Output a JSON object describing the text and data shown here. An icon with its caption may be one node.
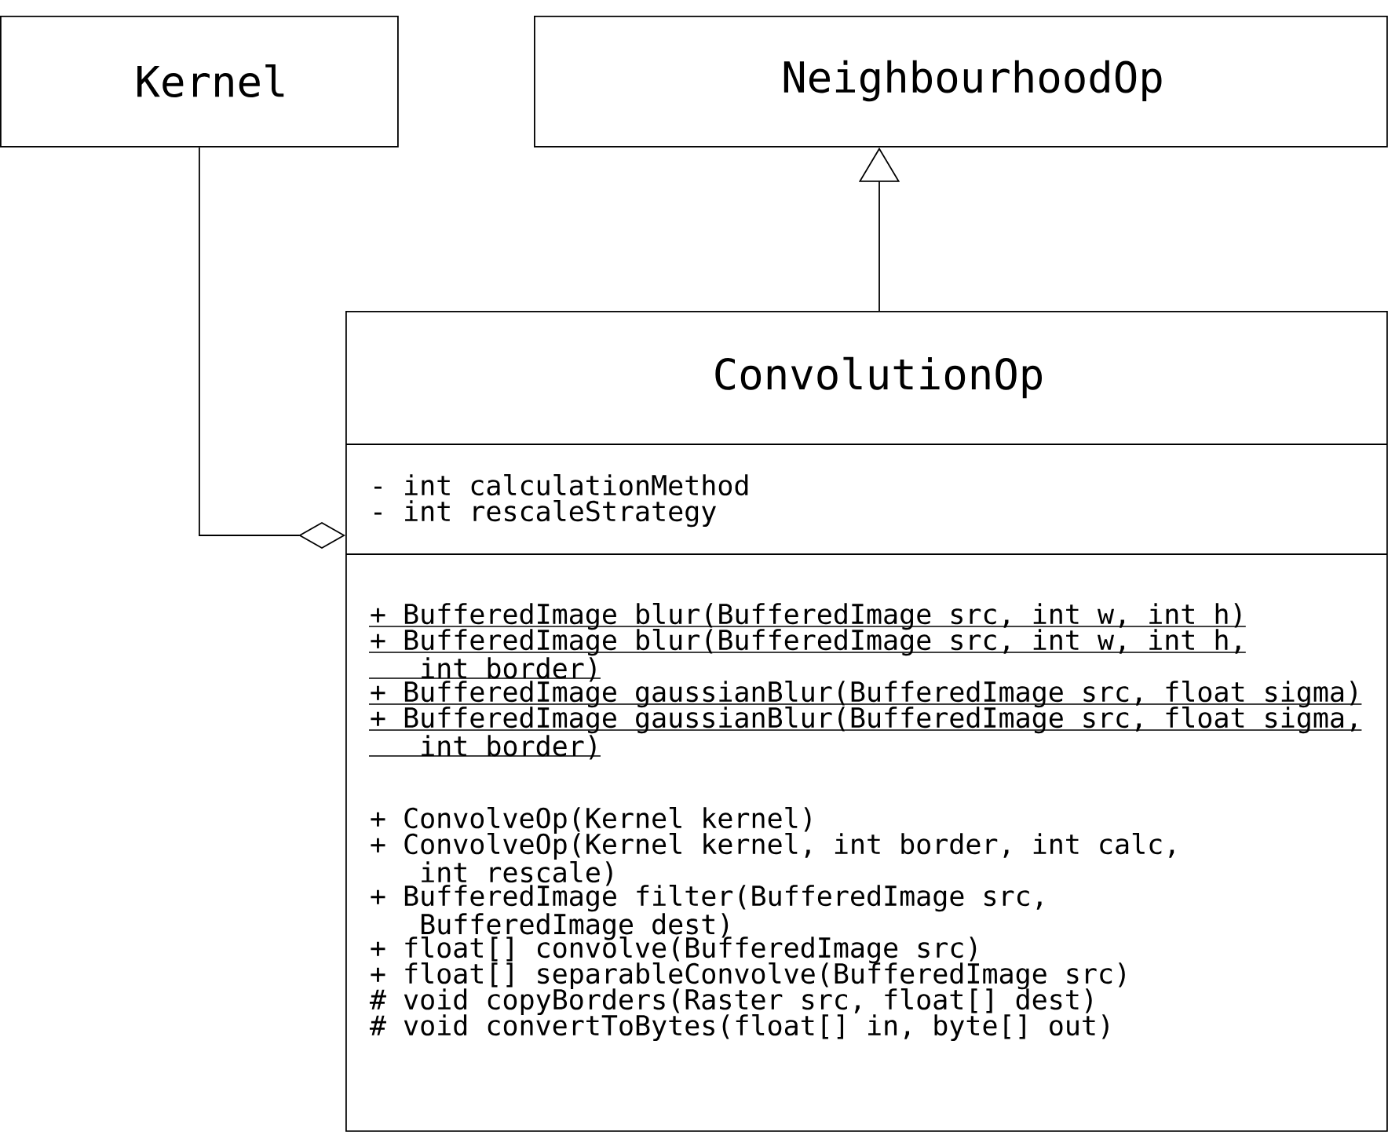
{
  "diagram": {
    "nodes": [
      {
        "text": [
          "Kernel"
        ]
      },
      {
        "text": [
          "NeighbourhoodOp"
        ]
      },
      {
        "text": [
          "ConvolutionOp",
          "- int calculationMethod",
          "- int rescaleStrategy",
          "+ BufferedImage blur(BufferedImage src, int w, int h)",
          "+ BufferedImage blur(BufferedImage src, int w, int h, int border)",
          "+ BufferedImage gaussianBlur(BufferedImage src, float sigma)",
          "+ BufferedImage gaussianBlur(BufferedImage src, float sigma, int border)",
          "+ ConvolveOp(Kernel kernel)",
          "+ ConvolveOp(Kernel kernel, int border, int calc, int rescale)",
          "+ BufferedImage filter(BufferedImage src, BufferedImage dest)",
          "+ float[] convolve(BufferedImage src)",
          "+ float[] separableConvolve(BufferedImage src)",
          "# void copyBorders(Raster src, float[] dest)",
          "# void convertToBytes(float[] in, byte[] out)"
        ]
      }
    ],
    "edges": [
      {
        "from": 0,
        "to": 2,
        "arrow": "other"
      },
      {
        "from": 2,
        "to": 1,
        "arrow": "to"
      }
    ]
  }
}
